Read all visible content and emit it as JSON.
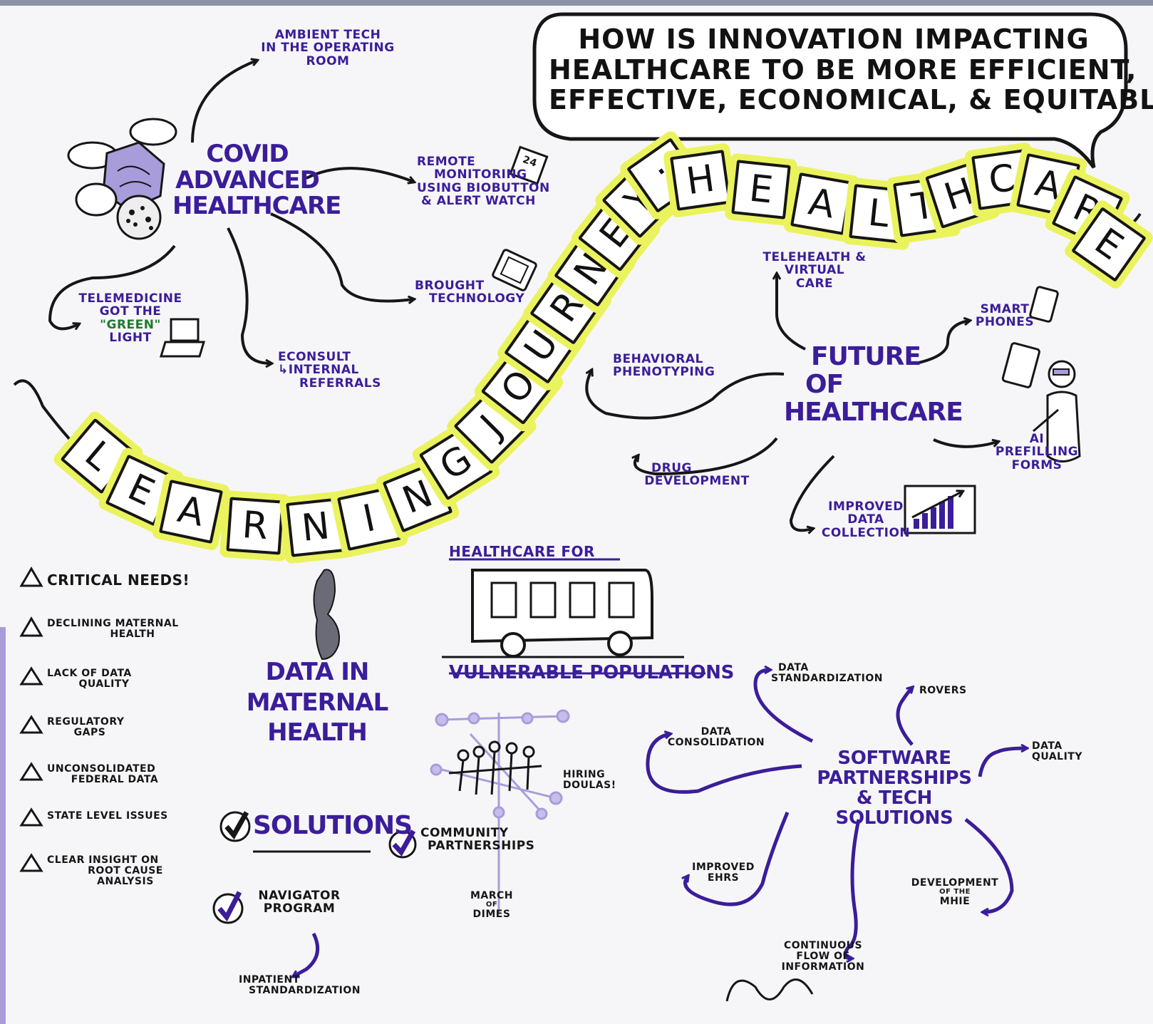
{
  "question": {
    "lines": [
      "HOW IS INNOVATION IMPACTING",
      "HEALTHCARE TO BE MORE EFFICIENT,",
      "EFFECTIVE, ECONOMICAL, & EQUITABLE?"
    ]
  },
  "banner": {
    "learning": [
      "L",
      "E",
      "A",
      "R",
      "N",
      "I",
      "N",
      "G"
    ],
    "journey": [
      "J",
      "O",
      "U",
      "R",
      "N",
      "E",
      "Y",
      ":"
    ],
    "healthcare": [
      "H",
      "E",
      "A",
      "L",
      "T",
      "H",
      "C",
      "A",
      "R",
      "E"
    ]
  },
  "covid": {
    "title_lines": [
      "COVID",
      "ADVANCED",
      "HEALTHCARE"
    ],
    "ambient": [
      "AMBIENT TECH",
      "IN THE OPERATING",
      "ROOM"
    ],
    "remote": [
      "REMOTE",
      "MONITORING",
      "USING BIOBUTTON",
      "& ALERT WATCH"
    ],
    "remote_badge": "24",
    "brought": [
      "BROUGHT",
      "TECHNOLOGY"
    ],
    "telemedicine": [
      "TELEMEDICINE",
      "GOT THE",
      "\"GREEN\"",
      "LIGHT"
    ],
    "econsult": [
      "ECONSULT",
      "↳INTERNAL",
      "REFERRALS"
    ]
  },
  "future": {
    "title_lines": [
      "FUTURE",
      "OF",
      "HEALTHCARE"
    ],
    "telehealth": [
      "TELEHEALTH &",
      "VIRTUAL",
      "CARE"
    ],
    "smartphones": [
      "SMART",
      "PHONES"
    ],
    "behavioral": [
      "BEHAVIORAL",
      "PHENOTYPING"
    ],
    "drug": [
      "DRUG",
      "DEVELOPMENT"
    ],
    "ai": [
      "AI",
      "PREFILLING",
      "FORMS"
    ],
    "data": [
      "IMPROVED",
      "DATA",
      "COLLECTION"
    ]
  },
  "critical": {
    "heading": "CRITICAL NEEDS!",
    "items": [
      [
        "DECLINING MATERNAL",
        "HEALTH"
      ],
      [
        "LACK OF DATA",
        "QUALITY"
      ],
      [
        "REGULATORY",
        "GAPS"
      ],
      [
        "UNCONSOLIDATED",
        "FEDERAL DATA"
      ],
      [
        "STATE LEVEL ISSUES"
      ],
      [
        "CLEAR INSIGHT ON",
        "ROOT CAUSE",
        "ANALYSIS"
      ]
    ]
  },
  "maternal": {
    "title_lines": [
      "DATA IN",
      "MATERNAL",
      "HEALTH"
    ],
    "solutions": "SOLUTIONS",
    "navigator": [
      "NAVIGATOR",
      "PROGRAM"
    ],
    "inpatient": [
      "INPATIENT",
      "STANDARDIZATION"
    ]
  },
  "bus": {
    "top": "HEALTHCARE FOR",
    "bottom": "VULNERABLE POPULATIONS"
  },
  "community": {
    "hiring": [
      "HIRING",
      "DOULAS!"
    ],
    "partnerships": [
      "COMMUNITY",
      "PARTNERSHIPS"
    ],
    "march": [
      "MARCH",
      "OF",
      "DIMES"
    ]
  },
  "software": {
    "title_lines": [
      "SOFTWARE",
      "PARTNERSHIPS",
      "& TECH SOLUTIONS"
    ],
    "standardization": [
      "DATA",
      "STANDARDIZATION"
    ],
    "rovers": [
      "ROVERS"
    ],
    "consolidation": [
      "DATA",
      "CONSOLIDATION"
    ],
    "quality": [
      "DATA",
      "QUALITY"
    ],
    "ehrs": [
      "IMPROVED",
      "EHRS"
    ],
    "mhie": [
      "DEVELOPMENT",
      "OF THE",
      "MHIE"
    ],
    "flow": [
      "CONTINUOUS",
      "FLOW OF",
      "INFORMATION"
    ]
  },
  "colors": {
    "ink": "#161616",
    "purple": "#3b1d9a",
    "highlight": "#eaf35e",
    "lavender": "#a99cdb"
  }
}
